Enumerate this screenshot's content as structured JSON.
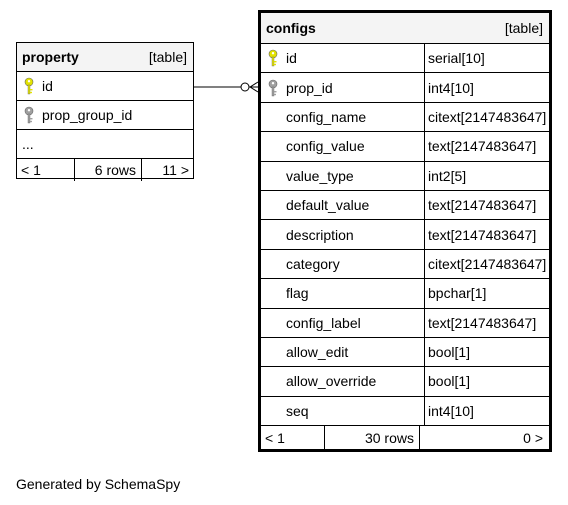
{
  "colors": {
    "primary_key": "#e3e300",
    "foreign_key": "#a0a0a0",
    "header_bg": "#f4f4f4",
    "border": "#000000"
  },
  "property": {
    "name": "property",
    "kind": "[table]",
    "columns": [
      {
        "name": "id",
        "key": "primary"
      },
      {
        "name": "prop_group_id",
        "key": "foreign"
      },
      {
        "name": "...",
        "key": "none"
      }
    ],
    "footer": {
      "left": "< 1",
      "middle": "6 rows",
      "right": "11 >"
    }
  },
  "configs": {
    "name": "configs",
    "kind": "[table]",
    "columns": [
      {
        "name": "id",
        "type": "serial[10]",
        "key": "primary"
      },
      {
        "name": "prop_id",
        "type": "int4[10]",
        "key": "foreign"
      },
      {
        "name": "config_name",
        "type": "citext[2147483647]",
        "key": "none"
      },
      {
        "name": "config_value",
        "type": "text[2147483647]",
        "key": "none"
      },
      {
        "name": "value_type",
        "type": "int2[5]",
        "key": "none"
      },
      {
        "name": "default_value",
        "type": "text[2147483647]",
        "key": "none"
      },
      {
        "name": "description",
        "type": "text[2147483647]",
        "key": "none"
      },
      {
        "name": "category",
        "type": "citext[2147483647]",
        "key": "none"
      },
      {
        "name": "flag",
        "type": "bpchar[1]",
        "key": "none"
      },
      {
        "name": "config_label",
        "type": "text[2147483647]",
        "key": "none"
      },
      {
        "name": "allow_edit",
        "type": "bool[1]",
        "key": "none"
      },
      {
        "name": "allow_override",
        "type": "bool[1]",
        "key": "none"
      },
      {
        "name": "seq",
        "type": "int4[10]",
        "key": "none"
      }
    ],
    "footer": {
      "left": "< 1",
      "middle": "30 rows",
      "right": "0 >"
    }
  },
  "generated_by": "Generated by SchemaSpy"
}
